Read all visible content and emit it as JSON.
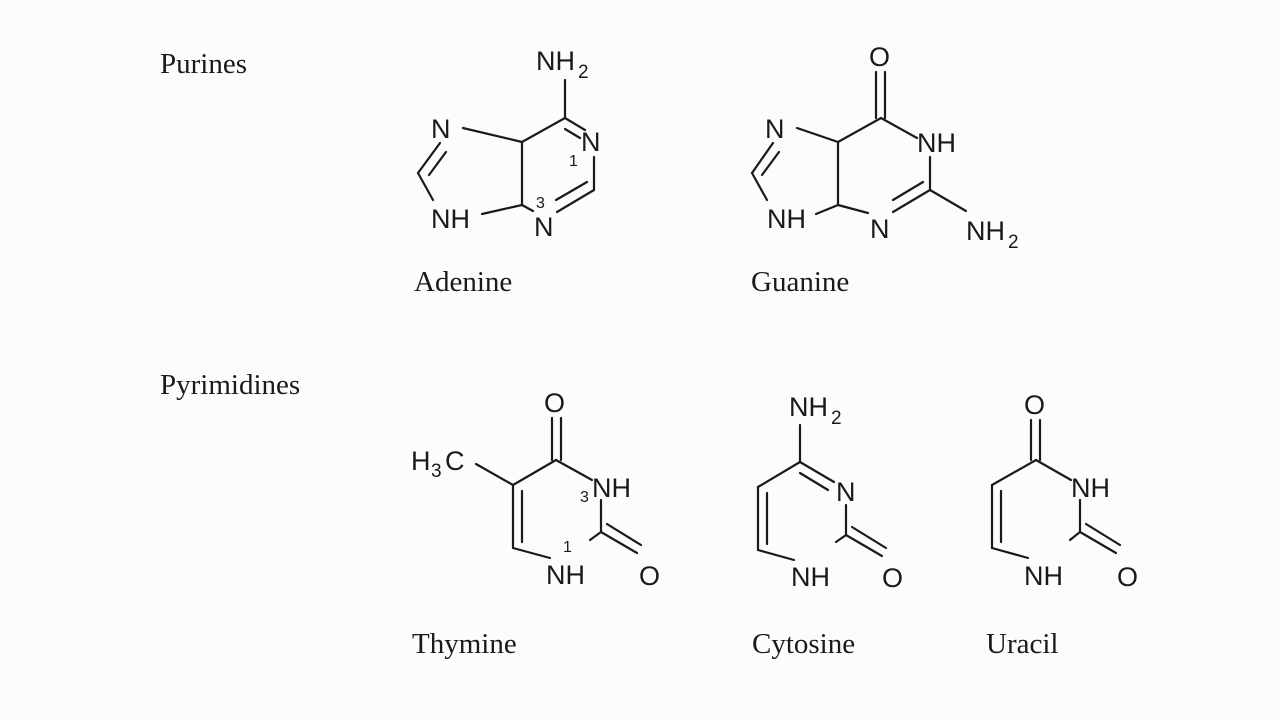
{
  "sections": {
    "purines": "Purines",
    "pyrimidines": "Pyrimidines"
  },
  "molecules": {
    "adenine": {
      "name": "Adenine",
      "atoms": {
        "amine": "NH",
        "amine_sub": "2",
        "n7": "N",
        "n1": "N",
        "n9": "NH",
        "n3": "N",
        "pos1": "1",
        "pos3": "3"
      }
    },
    "guanine": {
      "name": "Guanine",
      "atoms": {
        "oxo": "O",
        "n7": "N",
        "n1": "NH",
        "n9": "NH",
        "n3": "N",
        "amine": "NH",
        "amine_sub": "2"
      }
    },
    "thymine": {
      "name": "Thymine",
      "atoms": {
        "oxo4": "O",
        "methyl_h": "H",
        "methyl_sub": "3",
        "methyl_c": "C",
        "n3": "NH",
        "n1": "NH",
        "oxo2": "O",
        "pos3": "3",
        "pos1": "1"
      }
    },
    "cytosine": {
      "name": "Cytosine",
      "atoms": {
        "amine": "NH",
        "amine_sub": "2",
        "n3": "N",
        "n1": "NH",
        "oxo2": "O"
      }
    },
    "uracil": {
      "name": "Uracil",
      "atoms": {
        "oxo4": "O",
        "n3": "NH",
        "n1": "NH",
        "oxo2": "O"
      }
    }
  }
}
